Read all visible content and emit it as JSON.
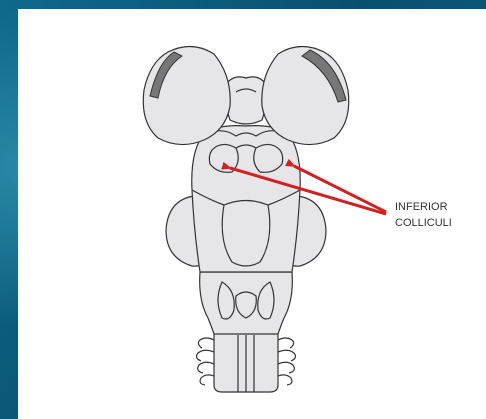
{
  "colors": {
    "background": "#0b5a7a",
    "panel": "#ffffff",
    "brainstem_fill": "#e6e6e8",
    "outline": "#333333",
    "dark_band": "#777777",
    "arrow": "#d41f1f"
  },
  "callout": {
    "line1": "INFERIOR",
    "line2": "COLLICULI",
    "arrow_count": 2
  }
}
